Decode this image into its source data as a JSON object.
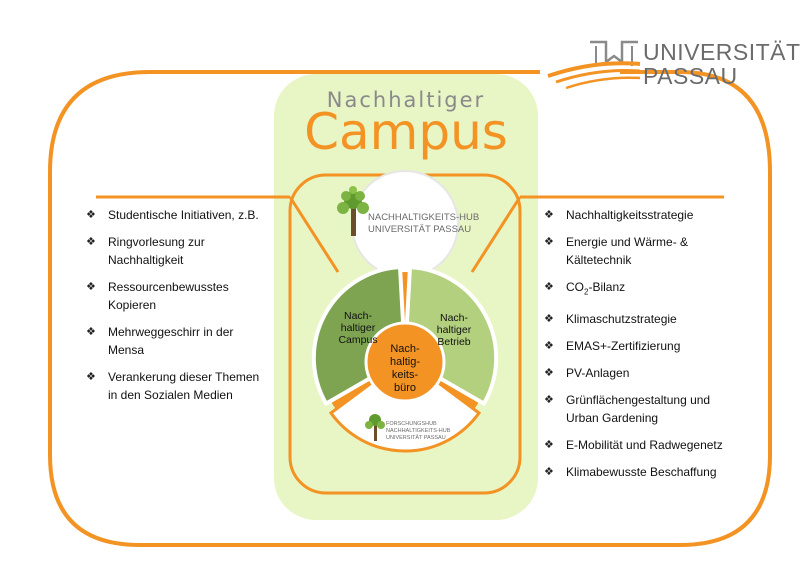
{
  "logo": {
    "line1": "UNIVERSITÄT",
    "line2": "PASSAU"
  },
  "title": {
    "line1": "Nachhaltiger",
    "line2": "Campus"
  },
  "hub_logo": {
    "line1": "NACHHALTIGKEITS-HUB",
    "line2": "UNIVERSITÄT PASSAU"
  },
  "small_logo": {
    "line1": "FORSCHUNGSHUB",
    "line2": "NACHHALTIGKEITS-HUB",
    "line3": "UNIVERSITÄT PASSAU"
  },
  "segments": {
    "left_line1": "Nach-",
    "left_line2": "haltiger",
    "left_line3": "Campus",
    "right_line1": "Nach-",
    "right_line2": "haltiger",
    "right_line3": "Betrieb",
    "center_line1": "Nach-",
    "center_line2": "haltig-",
    "center_line3": "keits-",
    "center_line4": "büro"
  },
  "bullet_symbol": "❖",
  "left_items": [
    {
      "lines": [
        "Studentische Initiativen, z.B."
      ]
    },
    {
      "lines": [
        "Ringvorlesung zur",
        "Nachhaltigkeit"
      ]
    },
    {
      "lines": [
        "Ressourcenbewusstes",
        "Kopieren"
      ]
    },
    {
      "lines": [
        "Mehrweggeschirr in der",
        "Mensa"
      ]
    },
    {
      "lines": [
        "Verankerung dieser Themen",
        "in den Sozialen Medien"
      ]
    }
  ],
  "right_items": [
    {
      "lines": [
        "Nachhaltigkeitsstrategie"
      ]
    },
    {
      "lines": [
        "Energie und Wärme- &",
        "Kältetechnik"
      ]
    },
    {
      "lines": [
        "CO",
        "-Bilanz"
      ],
      "subscript": "2"
    },
    {
      "lines": [
        "Klimaschutzstrategie"
      ]
    },
    {
      "lines": [
        "EMAS+-Zertifizierung"
      ]
    },
    {
      "lines": [
        "PV-Anlagen"
      ]
    },
    {
      "lines": [
        "Grünflächengestaltung und",
        "Urban Gardening"
      ]
    },
    {
      "lines": [
        "E-Mobilität und Radwegenetz"
      ]
    },
    {
      "lines": [
        "Klimabewusste Beschaffung"
      ]
    }
  ],
  "colors": {
    "orange": "#f39323",
    "light_green": "#e8f5c4",
    "segment_dark": "#7ea452",
    "segment_light": "#b3d07e",
    "center": "#f39323",
    "logo_gray": "#6b6b6b",
    "tree_green": "#5f9a2e",
    "tree_trunk": "#6b4f2a"
  }
}
